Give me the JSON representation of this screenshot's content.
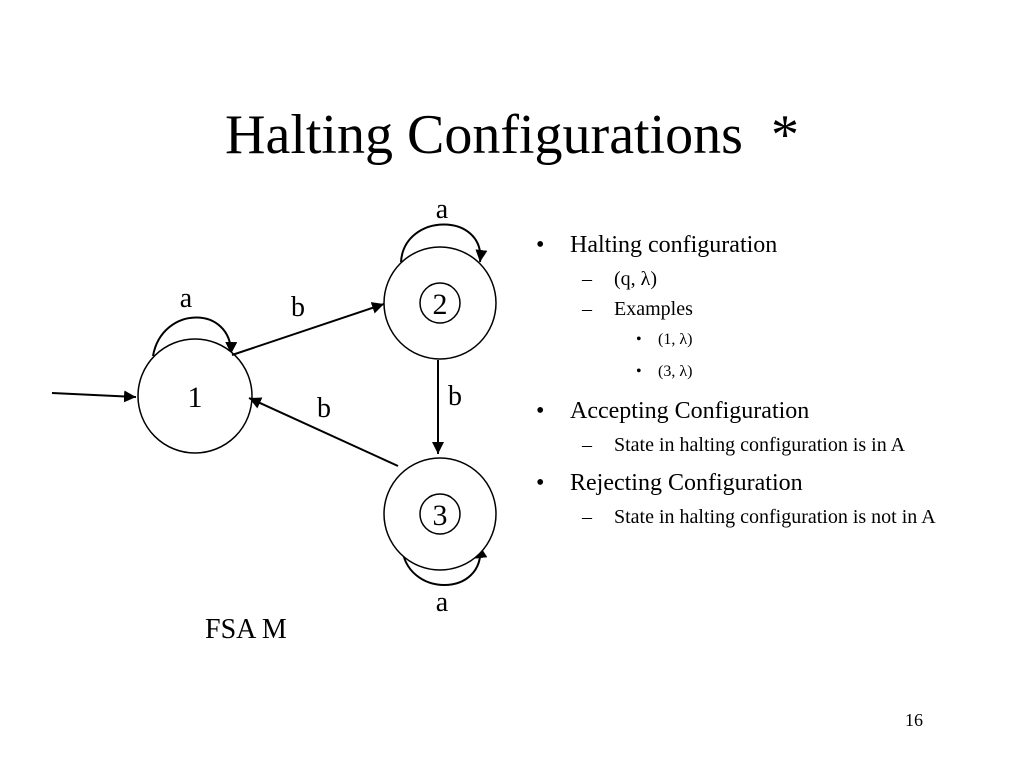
{
  "slide": {
    "title": "Halting Configurations  *",
    "page_number": "16"
  },
  "diagram": {
    "caption": "FSA M",
    "states": [
      {
        "label": "1",
        "initial": true,
        "accepting": false
      },
      {
        "label": "2",
        "initial": false,
        "accepting": true
      },
      {
        "label": "3",
        "initial": false,
        "accepting": true
      }
    ],
    "transitions": [
      {
        "from": "1",
        "to": "1",
        "label": "a"
      },
      {
        "from": "1",
        "to": "2",
        "label": "b"
      },
      {
        "from": "2",
        "to": "2",
        "label": "a"
      },
      {
        "from": "2",
        "to": "3",
        "label": "b"
      },
      {
        "from": "3",
        "to": "1",
        "label": "b"
      },
      {
        "from": "3",
        "to": "3",
        "label": "a"
      }
    ]
  },
  "bullets": [
    {
      "text": "Halting configuration",
      "children": [
        {
          "text": "(q, λ)"
        },
        {
          "text": "Examples",
          "children": [
            {
              "text": "(1, λ)"
            },
            {
              "text": "(3, λ)"
            }
          ]
        }
      ]
    },
    {
      "text": "Accepting Configuration",
      "children": [
        {
          "text": "State in halting configuration is in A"
        }
      ]
    },
    {
      "text": "Rejecting Configuration",
      "children": [
        {
          "text": "State in halting configuration is not in A"
        }
      ]
    }
  ],
  "markers": {
    "bullet": "•",
    "dash": "–"
  }
}
